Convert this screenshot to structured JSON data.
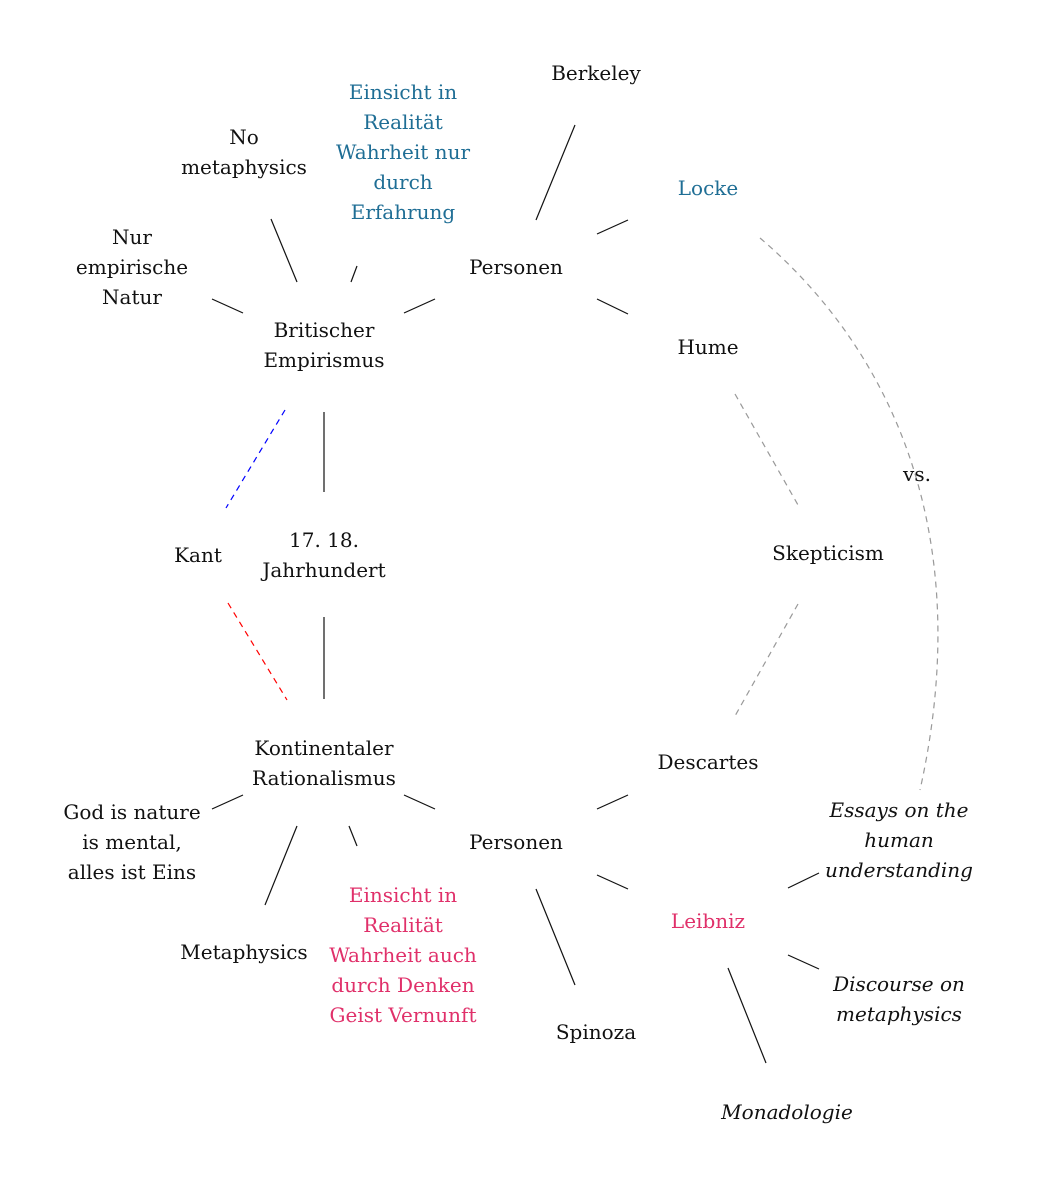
{
  "nodes": {
    "berkeley": [
      "Berkeley"
    ],
    "locke": [
      "Locke"
    ],
    "hume": [
      "Hume"
    ],
    "personen_top": [
      "Personen"
    ],
    "einsicht_emp": [
      "Einsicht in",
      "Realität",
      "Wahrheit nur",
      "durch",
      "Erfahrung"
    ],
    "no_metaphysics": [
      "No",
      "metaphysics"
    ],
    "nur_empirische": [
      "Nur",
      "empirische",
      "Natur"
    ],
    "brit_emp": [
      "Britischer",
      "Empirismus"
    ],
    "jahrhundert": [
      "17. 18.",
      "Jahrhundert"
    ],
    "kant": [
      "Kant"
    ],
    "vs": [
      "vs."
    ],
    "skepticism": [
      "Skepticism"
    ],
    "kont_rat": [
      "Kontinentaler",
      "Rationalismus"
    ],
    "god_nature": [
      "God is nature",
      "is mental,",
      "alles ist Eins"
    ],
    "metaphysics": [
      "Metaphysics"
    ],
    "einsicht_rat": [
      "Einsicht in",
      "Realität",
      "Wahrheit auch",
      "durch Denken",
      "Geist Vernunft"
    ],
    "personen_bottom": [
      "Personen"
    ],
    "descartes": [
      "Descartes"
    ],
    "leibniz": [
      "Leibniz"
    ],
    "spinoza": [
      "Spinoza"
    ],
    "essays": [
      "Essays on the",
      "human",
      "understanding"
    ],
    "discourse": [
      "Discourse on",
      "metaphysics"
    ],
    "monadologie": [
      "Monadologie"
    ]
  },
  "colors": {
    "text": "#111111",
    "empiricism_accent": "#1f6e95",
    "rationalism_accent": "#e0306a",
    "kant_empiricism_link": "#0000ff",
    "kant_rationalism_link": "#ff0000",
    "dashed_gray": "#999999"
  }
}
